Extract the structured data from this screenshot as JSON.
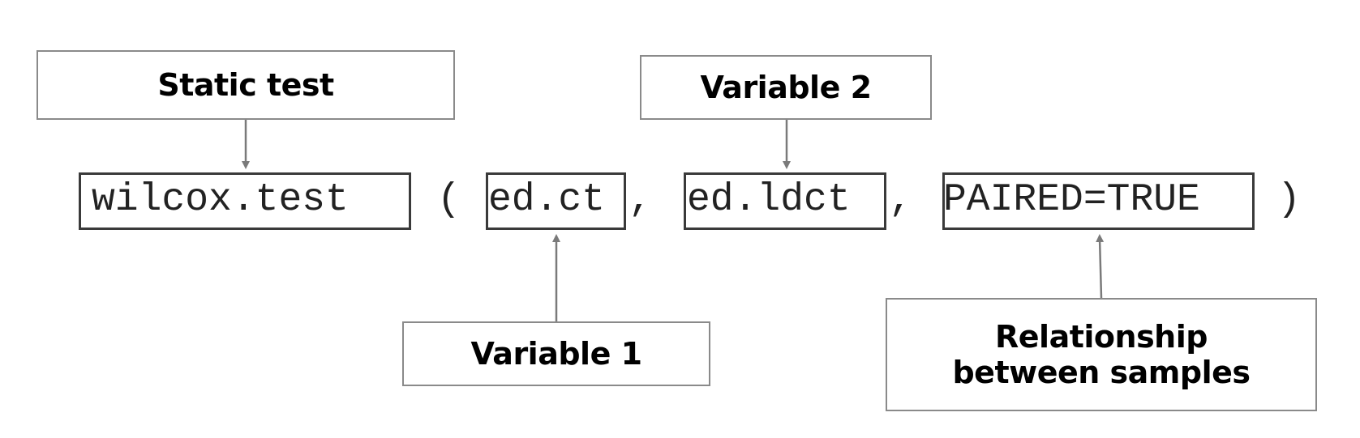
{
  "labels": {
    "static_test": "Static test",
    "variable_2": "Variable 2",
    "variable_1": "Variable 1",
    "relationship": "Relationship between samples"
  },
  "code": {
    "function": "wilcox.test",
    "open_paren": "(",
    "arg1": "ed.ct",
    "comma1": ",",
    "arg2": "ed.ldct",
    "comma2": ",",
    "arg3": "PAIRED=TRUE",
    "close_paren": ")"
  }
}
